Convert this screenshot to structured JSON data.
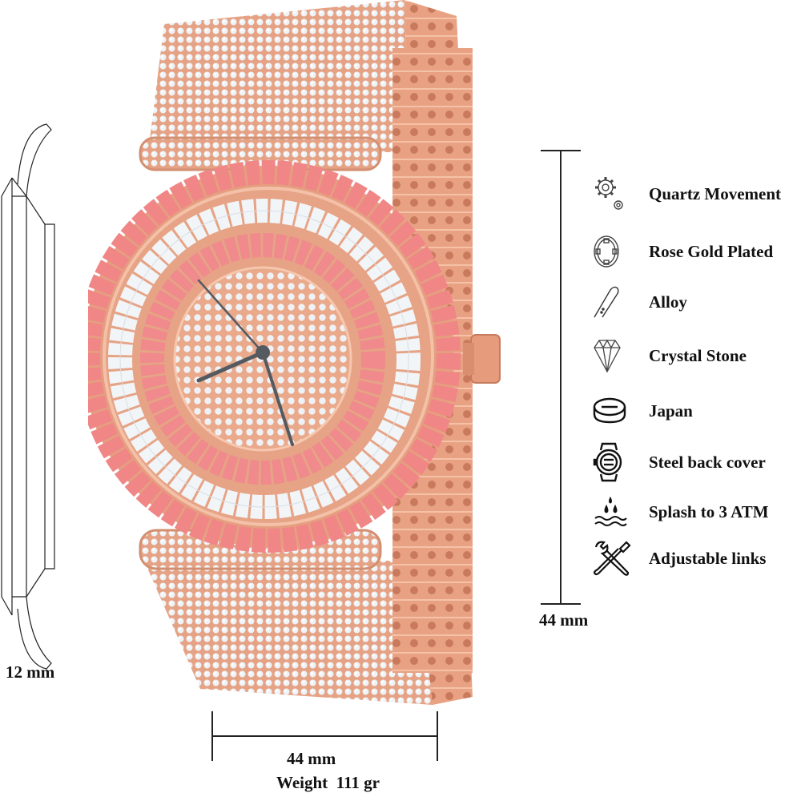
{
  "product": {
    "type": "wristwatch",
    "finish_color": "#e9a488",
    "accent_stone_color": "#f08a8a",
    "clear_stone_color": "#eef3f7",
    "hands_color": "#555a60"
  },
  "dimensions": {
    "thickness_label": "12 mm",
    "case_height_label": "44 mm",
    "case_width_label": "44 mm",
    "weight_label": "Weight  111 gr"
  },
  "features": [
    {
      "icon": "gears-icon",
      "label": "Quartz Movement"
    },
    {
      "icon": "case-plate-icon",
      "label": "Rose Gold Plated"
    },
    {
      "icon": "alloy-bar-icon",
      "label": "Alloy"
    },
    {
      "icon": "diamond-icon",
      "label": "Crystal Stone"
    },
    {
      "icon": "battery-disc-icon",
      "label": "Japan"
    },
    {
      "icon": "watch-back-icon",
      "label": "Steel back cover"
    },
    {
      "icon": "water-drops-icon",
      "label": "Splash to 3 ATM"
    },
    {
      "icon": "tools-icon",
      "label": "Adjustable links"
    }
  ]
}
